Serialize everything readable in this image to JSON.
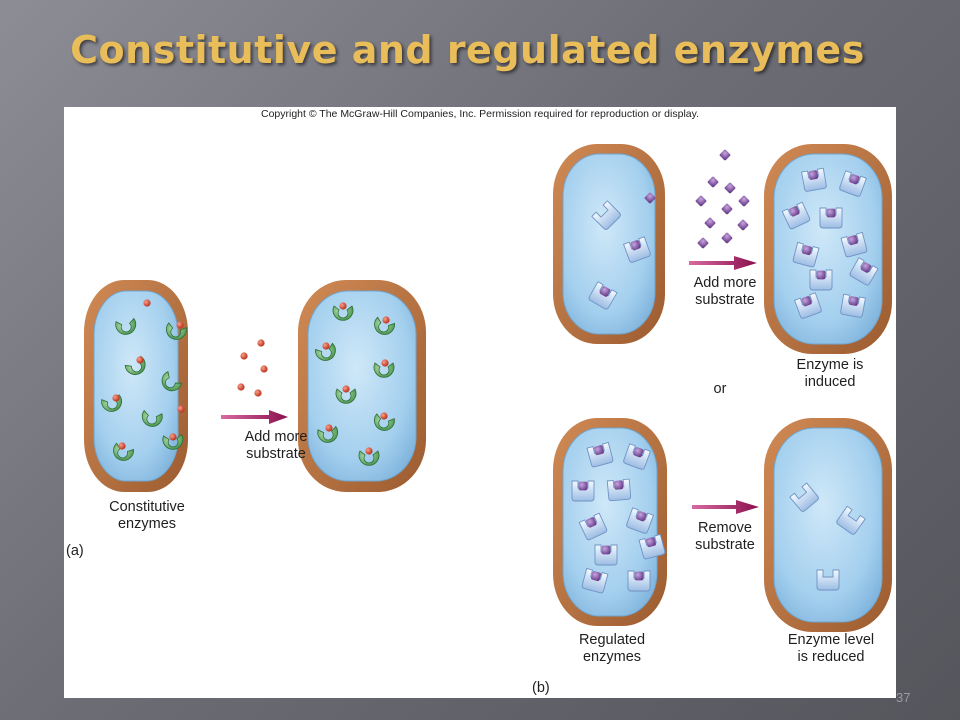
{
  "slide": {
    "title": "Constitutive and regulated enzymes",
    "page_number": "37"
  },
  "figure": {
    "copyright": "Copyright © The McGraw-Hill Companies, Inc. Permission required for reproduction or display.",
    "panel_a": {
      "label": "(a)",
      "left_cell_caption": "Constitutive\nenzymes",
      "arrow_caption": "Add more\nsubstrate"
    },
    "panel_b": {
      "label": "(b)",
      "or_label": "or",
      "top_arrow_caption": "Add more\nsubstrate",
      "top_result_caption": "Enzyme is\ninduced",
      "bottom_left_caption": "Regulated\nenzymes",
      "bottom_arrow_caption": "Remove\nsubstrate",
      "bottom_result_caption": "Enzyme level\nis reduced"
    }
  },
  "colors": {
    "title": "#e8bd5a",
    "cell_wall": "#b9733f",
    "cytoplasm": "#a9d3ef",
    "constitutive_enzyme": "#5fae64",
    "constitutive_substrate": "#d8412b",
    "regulated_enzyme": "#c7dcf4",
    "regulated_substrate": "#8a5aa6",
    "arrow": "#a0185e"
  }
}
